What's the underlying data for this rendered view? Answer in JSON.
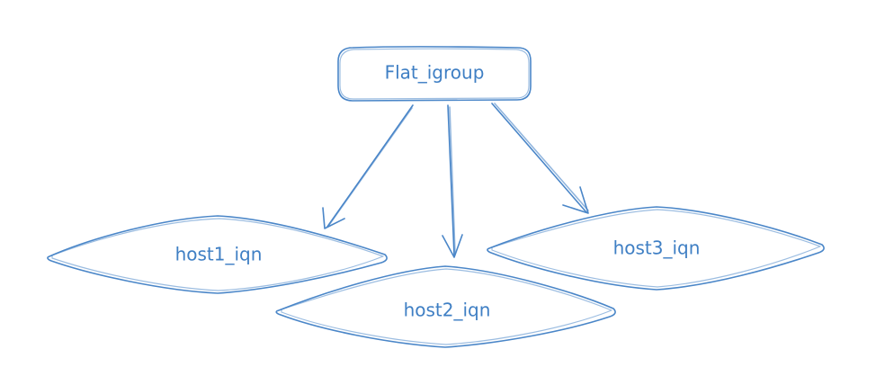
{
  "diagram": {
    "colors": {
      "stroke": "#4a86c8",
      "text": "#3f7fc4",
      "background": "#ffffff"
    },
    "nodes": [
      {
        "id": "flat_igroup",
        "label": "Flat_igroup",
        "shape": "rounded-rectangle"
      },
      {
        "id": "host1_iqn",
        "label": "host1_iqn",
        "shape": "diamond"
      },
      {
        "id": "host2_iqn",
        "label": "host2_iqn",
        "shape": "diamond"
      },
      {
        "id": "host3_iqn",
        "label": "host3_iqn",
        "shape": "diamond"
      }
    ],
    "edges": [
      {
        "from": "flat_igroup",
        "to": "host1_iqn"
      },
      {
        "from": "flat_igroup",
        "to": "host2_iqn"
      },
      {
        "from": "flat_igroup",
        "to": "host3_iqn"
      }
    ]
  }
}
